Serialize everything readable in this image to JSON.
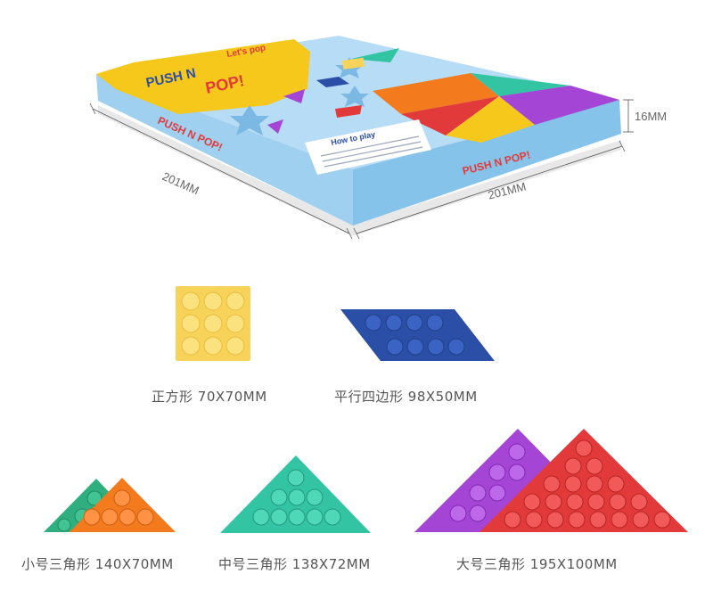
{
  "box": {
    "brand_tagline": "Let's pop",
    "brand_title_1": "PUSH N",
    "brand_title_2": "POP!",
    "side_logo_left": "PUSH N POP!",
    "side_logo_right": "PUSH N POP!",
    "card_title": "How to play",
    "colors": {
      "sky": "#9fd0f0",
      "top": "#b8def6",
      "side": "#8cc6ea"
    }
  },
  "dimensions": {
    "left": "201MM",
    "right": "201MM",
    "height": "16MM"
  },
  "pieces": [
    {
      "name": "正方形",
      "size": "70X70MM",
      "color": "#f7d35a"
    },
    {
      "name": "平行四边形",
      "size": "98X50MM",
      "color": "#2b4fa6"
    },
    {
      "name": "小号三角形",
      "size": "140X70MM",
      "colors": [
        "#2fae80",
        "#f47a1e"
      ]
    },
    {
      "name": "中号三角形",
      "size": "138X72MM",
      "color": "#33c4a4"
    },
    {
      "name": "大号三角形",
      "size": "195X100MM",
      "colors": [
        "#a545d6",
        "#e23a3a"
      ]
    }
  ]
}
